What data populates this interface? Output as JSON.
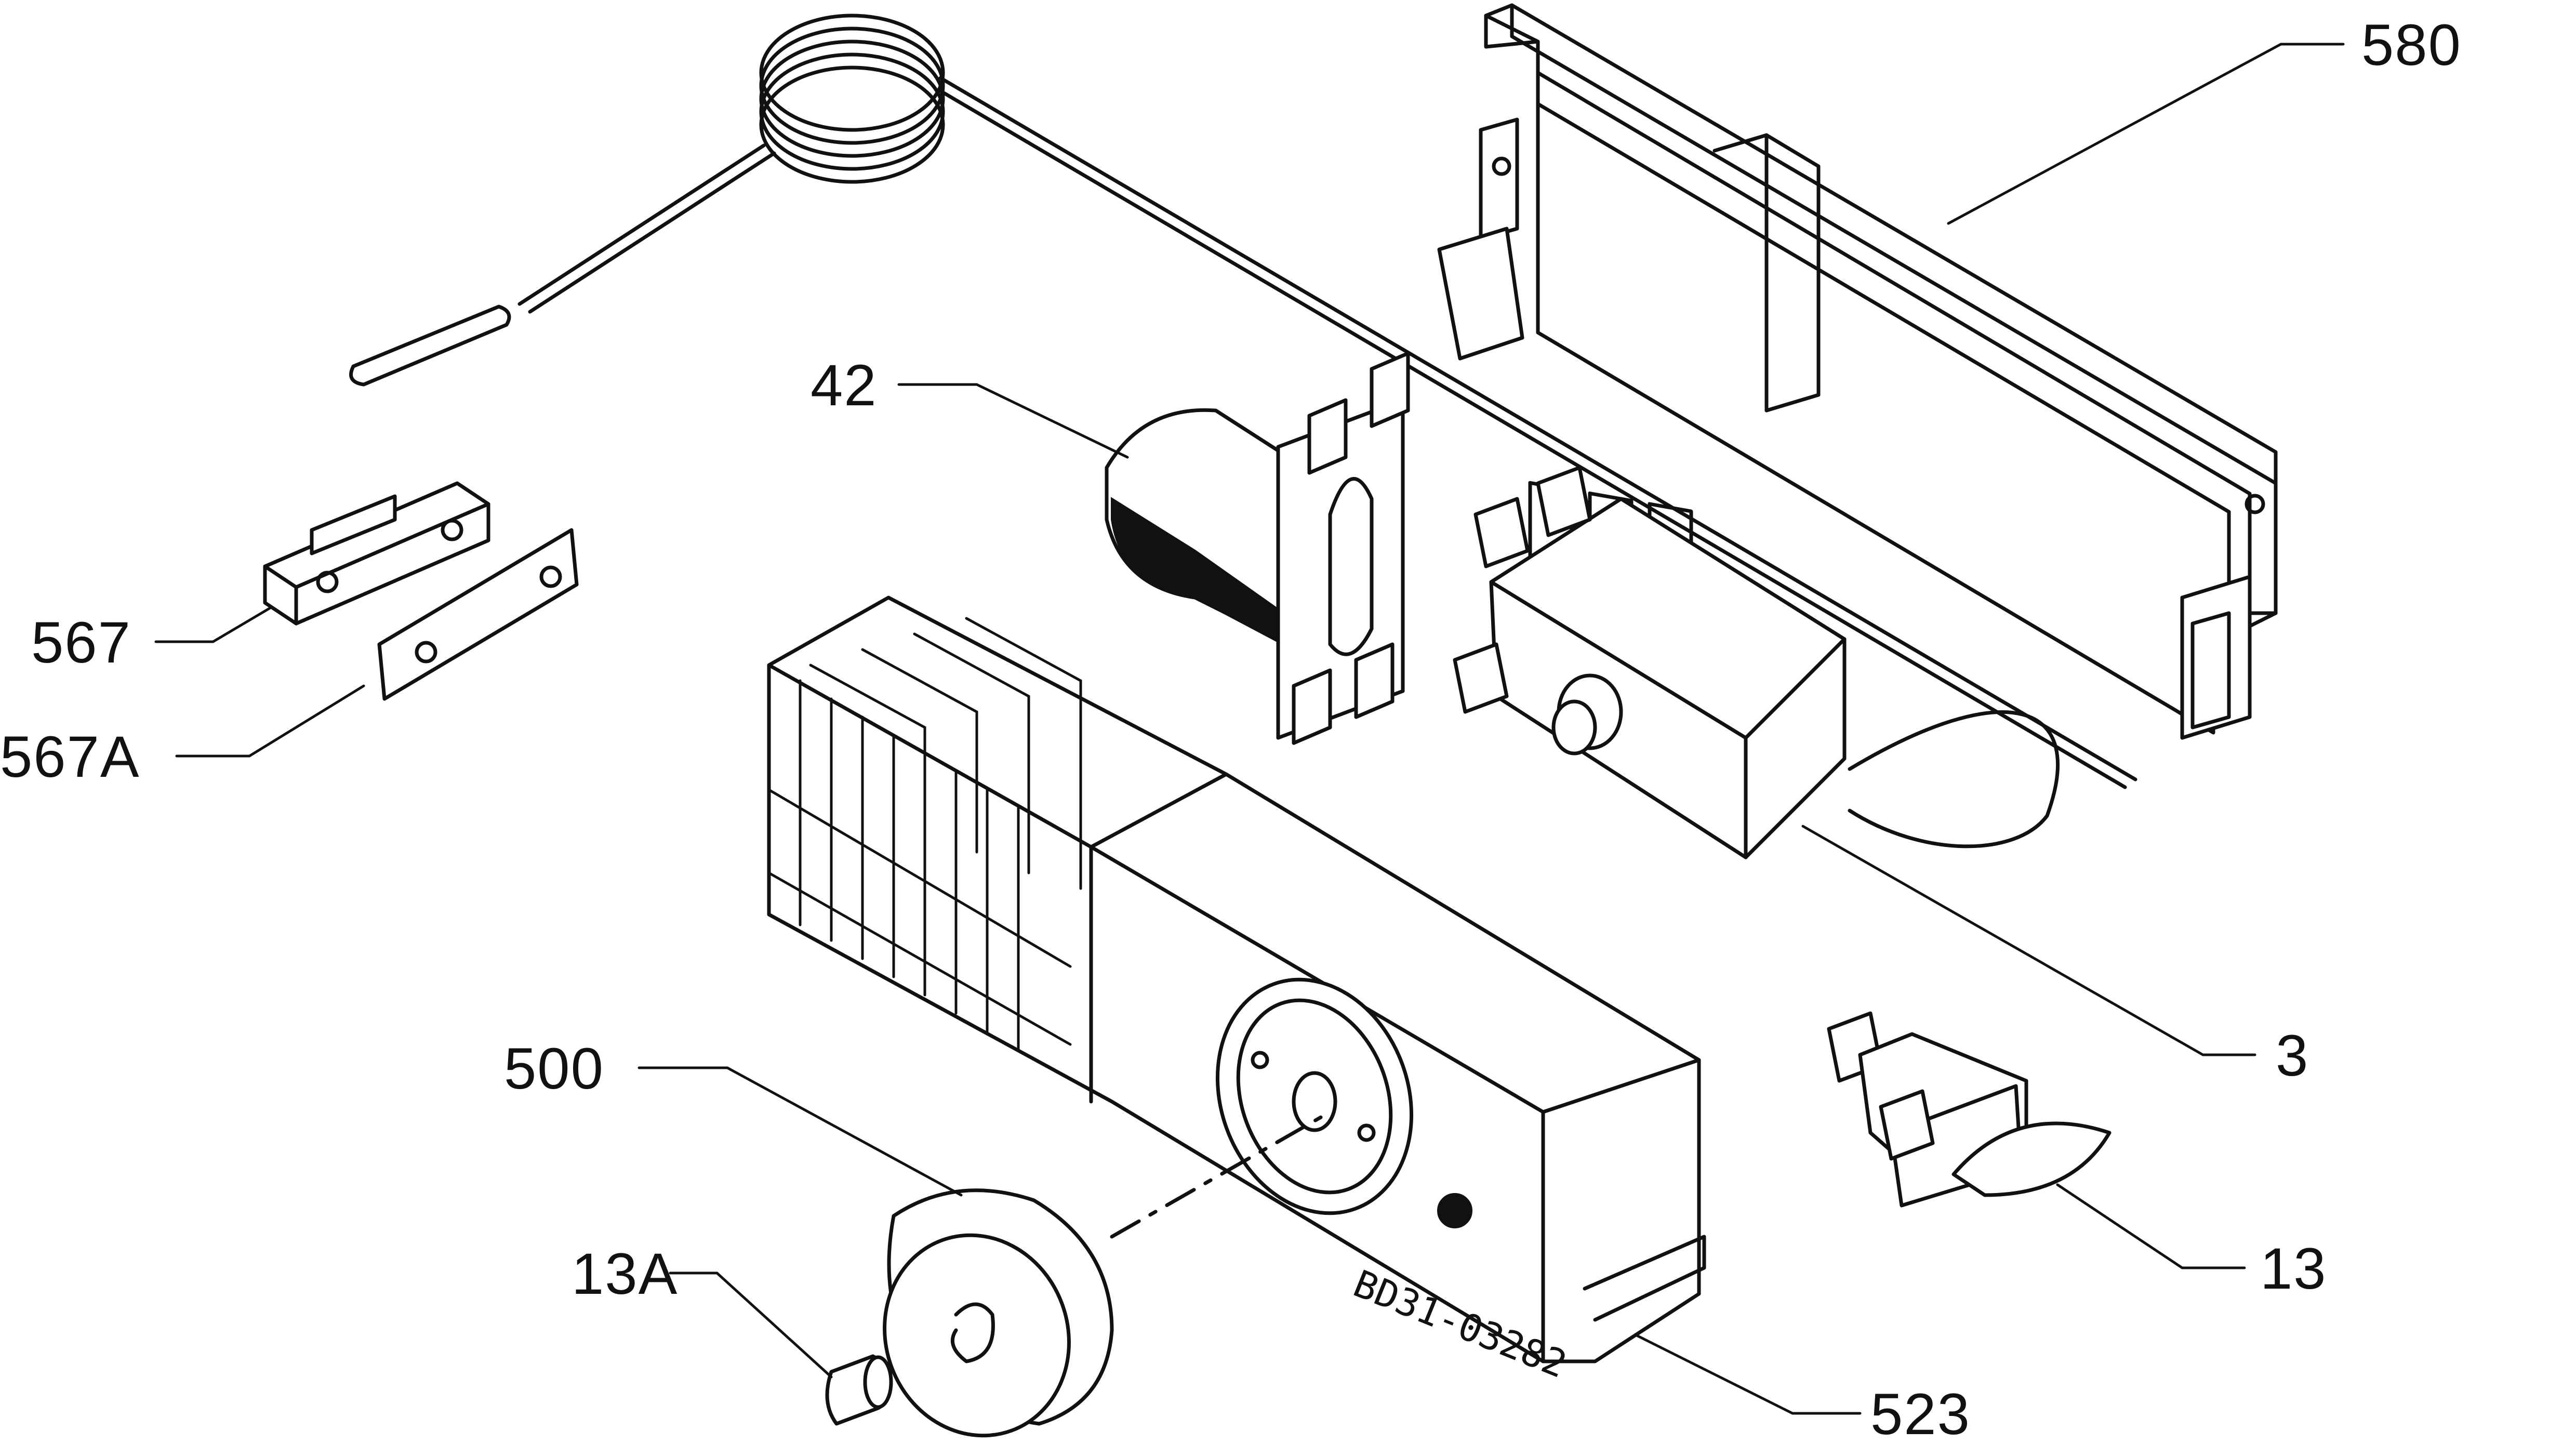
{
  "diagram": {
    "drawing_code": "BD31-03282",
    "parts": [
      {
        "id": "part-580",
        "label": "580"
      },
      {
        "id": "part-42",
        "label": "42"
      },
      {
        "id": "part-567",
        "label": "567"
      },
      {
        "id": "part-567a",
        "label": "567A"
      },
      {
        "id": "part-3",
        "label": "3"
      },
      {
        "id": "part-500",
        "label": "500"
      },
      {
        "id": "part-13a",
        "label": "13A"
      },
      {
        "id": "part-13",
        "label": "13"
      },
      {
        "id": "part-523",
        "label": "523"
      }
    ]
  }
}
